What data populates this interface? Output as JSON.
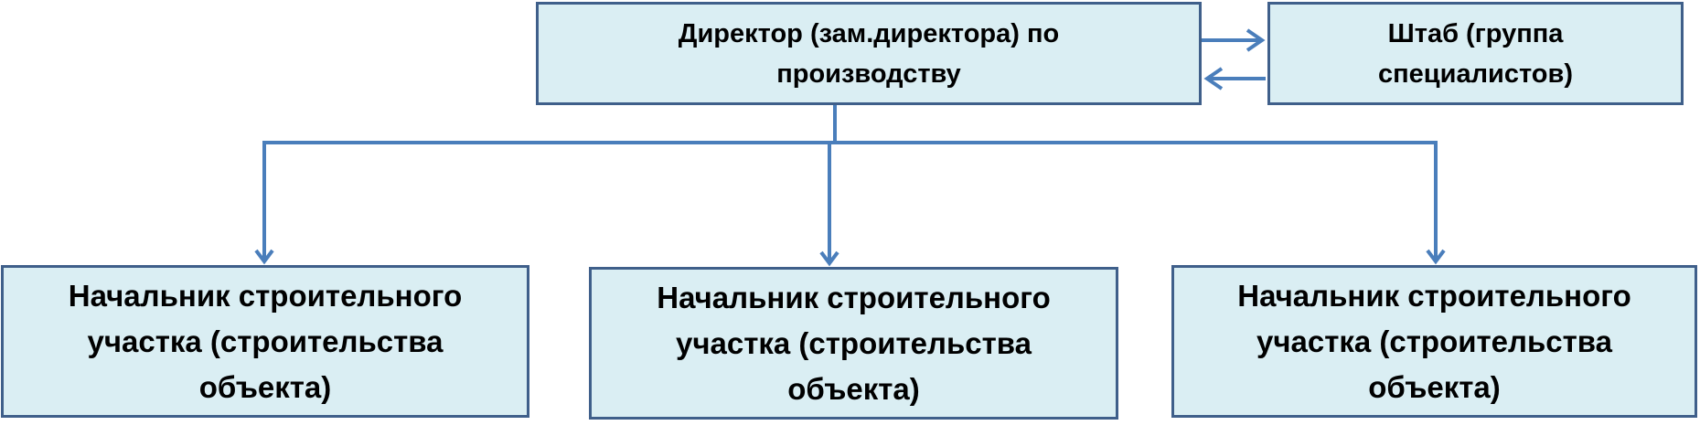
{
  "diagram": {
    "director": {
      "lines": [
        "Директор (зам.директора) по",
        "производству"
      ]
    },
    "staff": {
      "lines": [
        "Штаб (группа",
        "специалистов)"
      ]
    },
    "chiefs": [
      {
        "lines": [
          "Начальник строительного",
          "участка (строительства",
          "объекта)"
        ]
      },
      {
        "lines": [
          "Начальник строительного",
          "участка (строительства",
          "объекта)"
        ]
      },
      {
        "lines": [
          "Начальник строительного",
          "участка (строительства",
          "объекта)"
        ]
      }
    ]
  },
  "colors": {
    "box_fill": "#daeef3",
    "box_border": "#3f5f8a",
    "connector": "#4a7ebb"
  }
}
